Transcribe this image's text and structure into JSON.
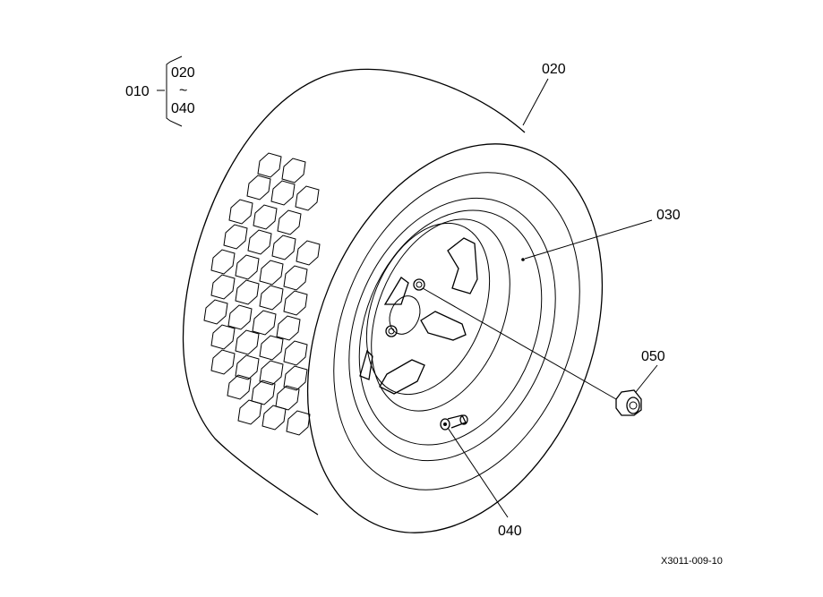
{
  "labels": {
    "assembly": "010",
    "range_start": "020",
    "range_tilde": "~",
    "range_end": "040",
    "tire": "020",
    "wheel": "030",
    "nut": "050",
    "valve": "040"
  },
  "figure_code": "X3011-009-10",
  "colors": {
    "line": "#000000",
    "background": "#ffffff"
  }
}
